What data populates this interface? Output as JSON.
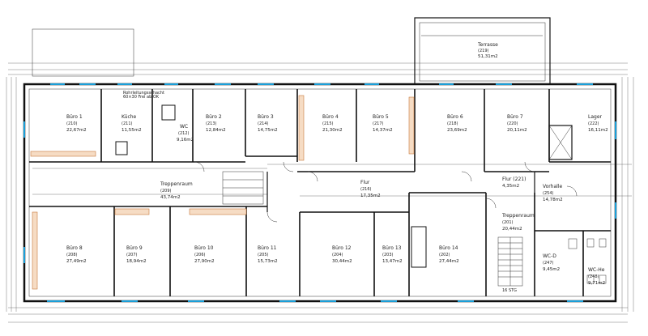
{
  "rooms": {
    "terrasse": {
      "name": "Terrasse",
      "id": "(219)",
      "area": "51,31m2"
    },
    "buero1": {
      "name": "Büro 1",
      "id": "(210)",
      "area": "22,67m2"
    },
    "kueche": {
      "name": "Küche",
      "id": "(211)",
      "area": "11,55m2"
    },
    "wc": {
      "name": "WC",
      "id": "(212)",
      "area": "9,16m2"
    },
    "buero2": {
      "name": "Büro 2",
      "id": "(213)",
      "area": "12,84m2"
    },
    "buero3": {
      "name": "Büro 3",
      "id": "(214)",
      "area": "14,75m2"
    },
    "buero4": {
      "name": "Büro 4",
      "id": "(215)",
      "area": "21,30m2"
    },
    "buero5": {
      "name": "Büro 5",
      "id": "(217)",
      "area": "14,37m2"
    },
    "buero6top": {
      "name": "Büro 6",
      "id": "(218)",
      "area": "23,69m2"
    },
    "buero7": {
      "name": "Büro 7",
      "id": "(220)",
      "area": "20,11m2"
    },
    "lager": {
      "name": "Lager",
      "id": "(222)",
      "area": "16,11m2"
    },
    "treppe1": {
      "name": "Treppenraum",
      "id": "(209)",
      "area": "43,74m2"
    },
    "flur216": {
      "name": "Flur",
      "id": "(216)",
      "area": "17,35m2"
    },
    "flur221": {
      "name": "Flur (221)",
      "id": "",
      "area": "4,35m2"
    },
    "vorhalle": {
      "name": "Vorhalle",
      "id": "(254)",
      "area": "14,78m2"
    },
    "treppe2": {
      "name": "Treppenraum",
      "id": "(201)",
      "area": "20,44m2"
    },
    "buero8": {
      "name": "Büro 8",
      "id": "(208)",
      "area": "27,49m2"
    },
    "buero9": {
      "name": "Büro 9",
      "id": "(207)",
      "area": "18,94m2"
    },
    "buero10": {
      "name": "Büro 10",
      "id": "(206)",
      "area": "27,90m2"
    },
    "buero11": {
      "name": "Büro 11",
      "id": "(205)",
      "area": "15,73m2"
    },
    "buero12": {
      "name": "Büro 12",
      "id": "(204)",
      "area": "30,44m2"
    },
    "buero13": {
      "name": "Büro 13",
      "id": "(203)",
      "area": "13,47m2"
    },
    "buero14": {
      "name": "Büro 14",
      "id": "(202)",
      "area": "27,44m2"
    },
    "wcd": {
      "name": "WC-D",
      "id": "(247)",
      "area": "9,45m2"
    },
    "wch": {
      "name": "WC-He",
      "id": "(248)",
      "area": "9,71m2"
    }
  },
  "labels": {
    "kueche_note": "Rohrleitungsschacht",
    "kueche_note2": "60×30 Frei ab OK",
    "stair_tag": "16 STG"
  },
  "colors": {
    "walls": "#111111",
    "windows": "#1a9fd9",
    "wood": "#c87a3c"
  }
}
